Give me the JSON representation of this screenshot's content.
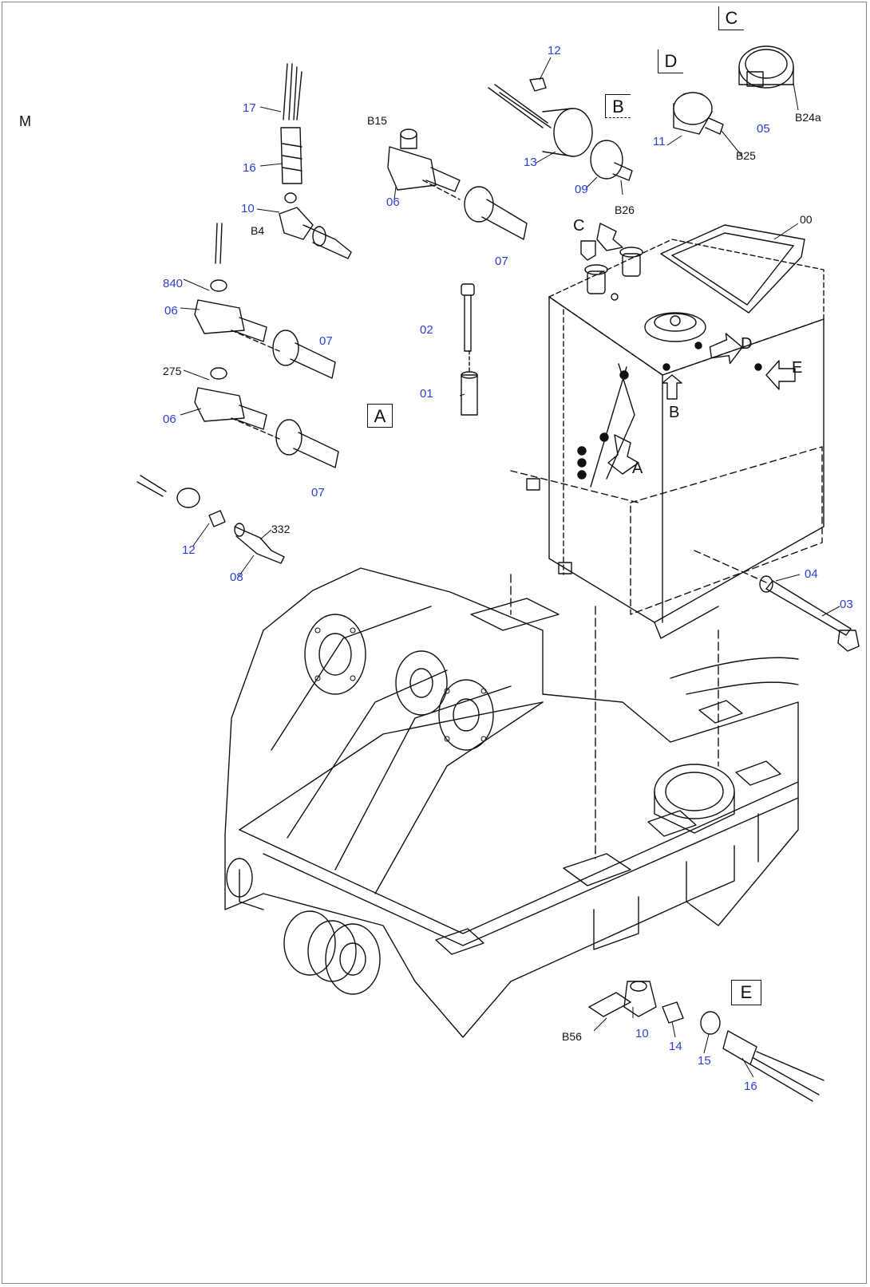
{
  "corner_label": "M",
  "view_boxes": {
    "A": "A",
    "B": "B",
    "C": "C",
    "D": "D",
    "E": "E"
  },
  "view_arrows": {
    "A": "A",
    "B": "B",
    "C": "C",
    "D": "D",
    "E": "E"
  },
  "part_labels": {
    "p17": "17",
    "p16_top": "16",
    "p10_top": "10",
    "b4": "B4",
    "b15": "B15",
    "p06_top": "06",
    "p07_top": "07",
    "p12_top": "12",
    "p13": "13",
    "p09": "09",
    "b26": "B26",
    "p11": "11",
    "b25": "B25",
    "p05": "05",
    "b24a": "B24a",
    "p840": "840",
    "p06_a": "06",
    "p07_a": "07",
    "p275": "275",
    "p06_b": "06",
    "p07_b": "07",
    "p02": "02",
    "p01": "01",
    "p12_low": "12",
    "p08": "08",
    "p332": "332",
    "p00": "00",
    "p04": "04",
    "p03": "03",
    "b56": "B56",
    "p10_bot": "10",
    "p14": "14",
    "p15": "15",
    "p16_bot": "16"
  },
  "colors": {
    "callout": "#2a3fd4",
    "line": "#111111"
  }
}
